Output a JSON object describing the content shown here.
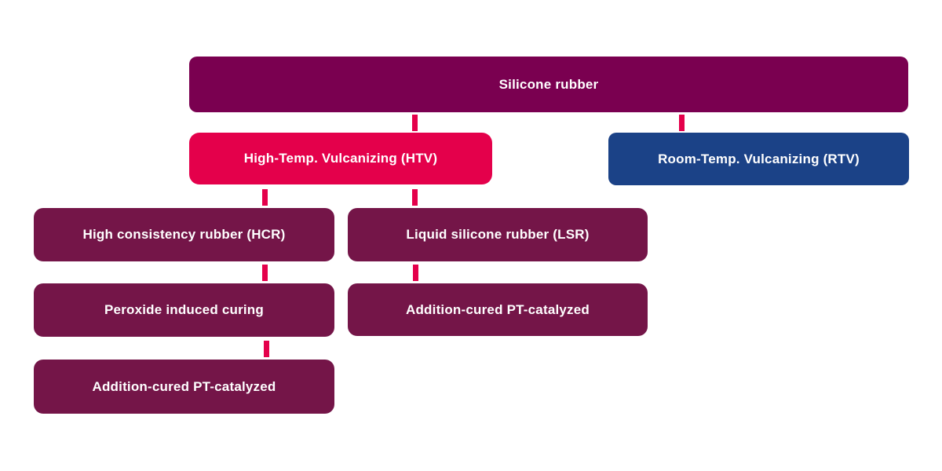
{
  "diagram": {
    "type": "flowchart",
    "nodes": {
      "root": {
        "label": "Silicone rubber"
      },
      "htv": {
        "label": "High-Temp. Vulcanizing (HTV)"
      },
      "rtv": {
        "label": "Room-Temp. Vulcanizing (RTV)"
      },
      "hcr": {
        "label": "High consistency rubber (HCR)"
      },
      "lsr": {
        "label": "Liquid silicone rubber (LSR)"
      },
      "peroxide": {
        "label": "Peroxide induced curing"
      },
      "lsr_addition": {
        "label": "Addition-cured PT-catalyzed"
      },
      "hcr_addition": {
        "label": "Addition-cured PT-catalyzed"
      }
    },
    "edges": [
      {
        "from": "root",
        "to": "htv"
      },
      {
        "from": "root",
        "to": "rtv"
      },
      {
        "from": "htv",
        "to": "hcr"
      },
      {
        "from": "htv",
        "to": "lsr"
      },
      {
        "from": "hcr",
        "to": "peroxide"
      },
      {
        "from": "lsr",
        "to": "lsr_addition"
      },
      {
        "from": "peroxide",
        "to": "hcr_addition"
      }
    ],
    "colors": {
      "root_box": "#7A0050",
      "htv_box": "#E4004B",
      "rtv_box": "#1B4287",
      "sub_box": "#741548",
      "connector": "#E4004B",
      "text": "#FFFFFF",
      "background": "#FFFFFF"
    }
  }
}
